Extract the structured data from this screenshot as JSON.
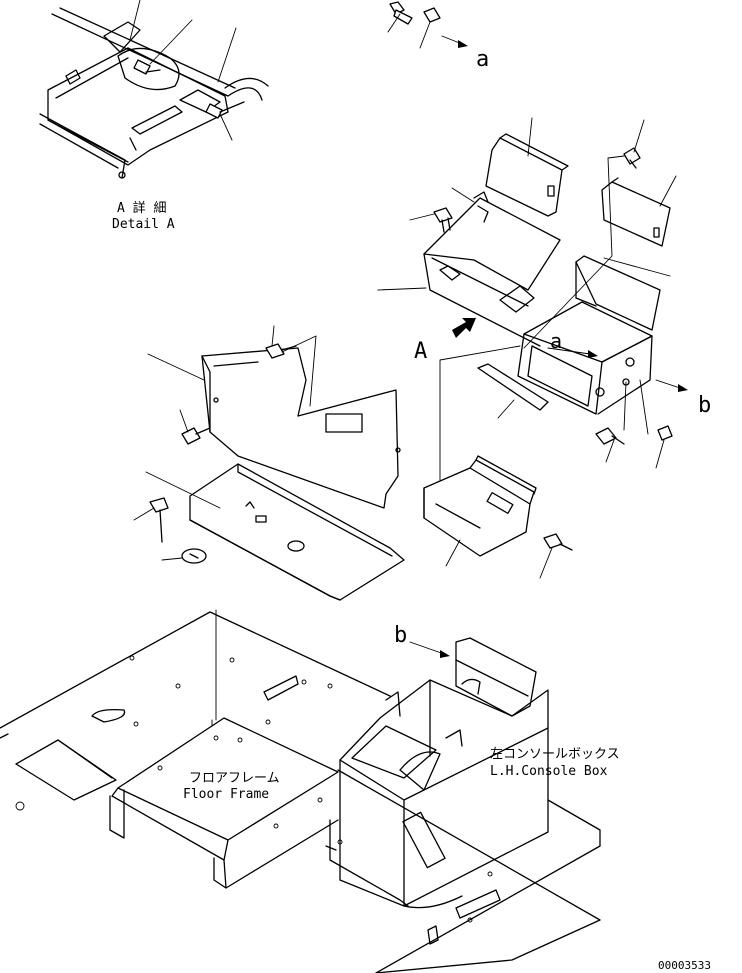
{
  "detail": {
    "title_jp": "A 詳 細",
    "title_en": "Detail A"
  },
  "view_label": "A",
  "refs": {
    "a_top": "a",
    "a_box": "a",
    "b_right": "b",
    "b_console": "b"
  },
  "parts": {
    "floor_jp": "フロアフレーム",
    "floor_en": "Floor Frame",
    "console_jp": "左コンソールボックス",
    "console_en": "L.H.Console Box"
  },
  "drawing_no": "00003533"
}
